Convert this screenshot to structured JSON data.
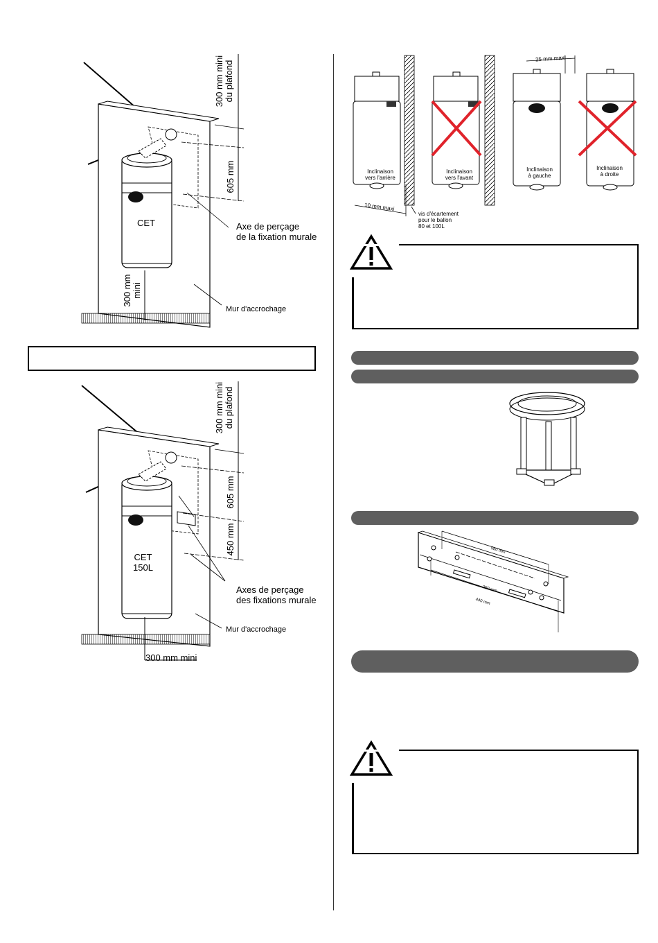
{
  "diagram1": {
    "ceiling_clearance": "300 mm mini\ndu plafond",
    "vertical_spacing": "605 mm",
    "tank_label": "CET",
    "floor_clearance": "300 mm\nmini",
    "drill_axis": "Axe de perçage\nde la fixation murale",
    "wall_label": "Mur d'accrochage"
  },
  "diagram2": {
    "ceiling_clearance": "300 mm mini\ndu plafond",
    "vertical_spacing_top": "605 mm",
    "vertical_spacing_bottom": "450 mm",
    "tank_label": "CET\n150L",
    "drill_axes": "Axes de perçage\ndes fixations murale",
    "wall_label": "Mur d'accrochage",
    "floor_clearance": "300 mm mini"
  },
  "inclination": {
    "back": "Inclinaison\nvers l'arrière",
    "front": "Inclinaison\nvers l'avant",
    "left": "Inclinaison\nà gauche",
    "right": "Inclinaison\nà droite",
    "max_gap_bottom": "10 mm maxi",
    "max_gap_top": "25 mm maxi",
    "spacer_note": "vis d'écartement\npour le ballon\n80 et 100L"
  },
  "bracket": {
    "dim_1": "580 mm",
    "dim_2": "250 mm",
    "dim_3": "440 mm"
  },
  "colors": {
    "section_bar": "#5f5f5f",
    "cross": "#e0232b"
  }
}
